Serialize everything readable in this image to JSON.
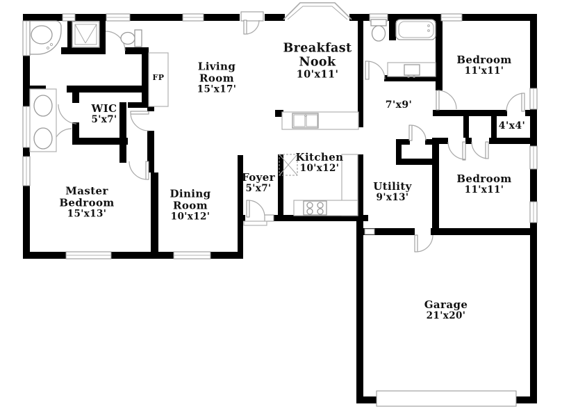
{
  "rooms": {
    "breakfast_nook": {
      "name_line1": "Breakfast",
      "name_line2": "Nook",
      "dims": "10'x11'"
    },
    "living_room": {
      "name_line1": "Living",
      "name_line2": "Room",
      "dims": "15'x17'"
    },
    "hall": {
      "dims": "7'x9'"
    },
    "bedroom_top_right": {
      "name_line1": "Bedroom",
      "dims": "11'x11'"
    },
    "closet": {
      "dims": "4'x4'"
    },
    "bedroom_right": {
      "name_line1": "Bedroom",
      "dims": "11'x11'"
    },
    "utility": {
      "name_line1": "Utility",
      "dims": "9'x13'"
    },
    "garage": {
      "name_line1": "Garage",
      "dims": "21'x20'"
    },
    "master_bedroom": {
      "name_line1": "Master",
      "name_line2": "Bedroom",
      "dims": "15'x13'"
    },
    "dining_room": {
      "name_line1": "Dining",
      "name_line2": "Room",
      "dims": "10'x12'"
    },
    "foyer": {
      "name_line1": "Foyer",
      "dims": "5'x7'"
    },
    "kitchen": {
      "name_line1": "Kitchen",
      "dims": "10'x12'"
    },
    "wic": {
      "name_line1": "WIC",
      "dims": "5'x7'"
    },
    "fireplace": {
      "abbr": "FP"
    }
  },
  "colors": {
    "wall": "#000000",
    "background": "#ffffff",
    "fixture_outline": "#9a9a9a",
    "label_text": "#111111"
  }
}
